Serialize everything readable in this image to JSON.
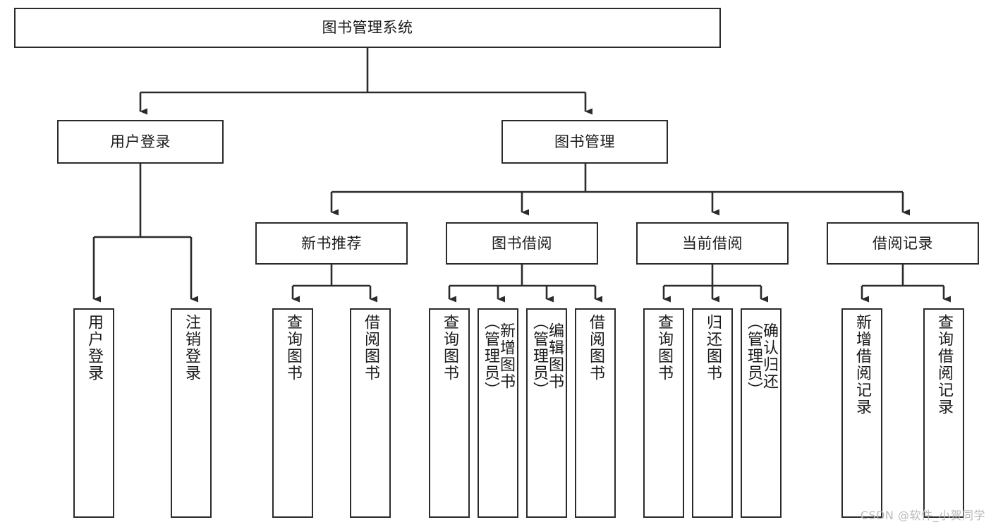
{
  "diagram": {
    "title": "图书管理系统",
    "type": "tree-hierarchy-flowchart",
    "colors": {
      "box_border": "#2b2b2b",
      "box_fill": "#ffffff",
      "edge": "#2b2b2b",
      "background": "#ffffff",
      "watermark": "#b9b9b9"
    },
    "root": {
      "label": "图书管理系统"
    },
    "level2": [
      {
        "label": "用户登录"
      },
      {
        "label": "图书管理"
      }
    ],
    "level3": [
      {
        "label": "新书推荐"
      },
      {
        "label": "图书借阅"
      },
      {
        "label": "当前借阅"
      },
      {
        "label": "借阅记录"
      }
    ],
    "leaves": {
      "user_login": [
        {
          "label": "用户登录"
        },
        {
          "label": "注销登录"
        }
      ],
      "new_book_recommend": [
        {
          "label": "查询图书"
        },
        {
          "label": "借阅图书"
        }
      ],
      "book_borrow": [
        {
          "label": "查询图书"
        },
        {
          "label": "新增图书\n（管理员）"
        },
        {
          "label": "编辑图书\n（管理员）"
        },
        {
          "label": "借阅图书"
        }
      ],
      "current_borrow": [
        {
          "label": "查询图书"
        },
        {
          "label": "归还图书"
        },
        {
          "label": "确认归还\n（管理员）"
        }
      ],
      "borrow_records": [
        {
          "label": "新增借阅记录"
        },
        {
          "label": "查询借阅记录"
        }
      ]
    },
    "watermark": "CSDN @软件_小贺同学"
  }
}
